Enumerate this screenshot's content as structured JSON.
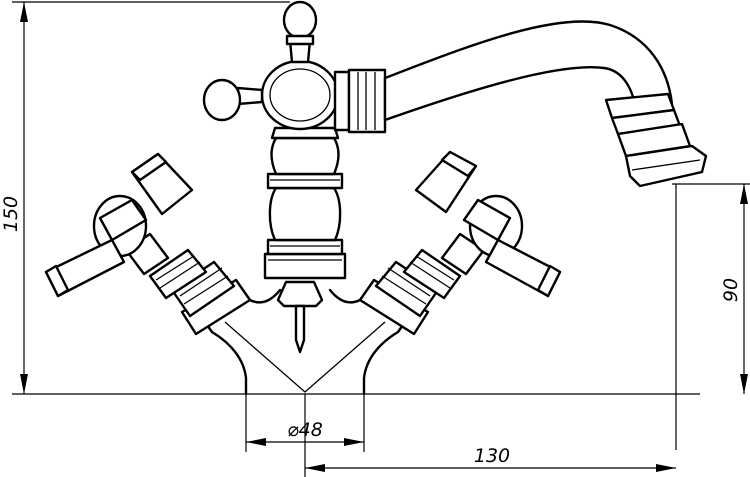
{
  "dimensions": {
    "height": "150",
    "spout_height": "90",
    "base_diameter": "⌀48",
    "reach": "130"
  }
}
